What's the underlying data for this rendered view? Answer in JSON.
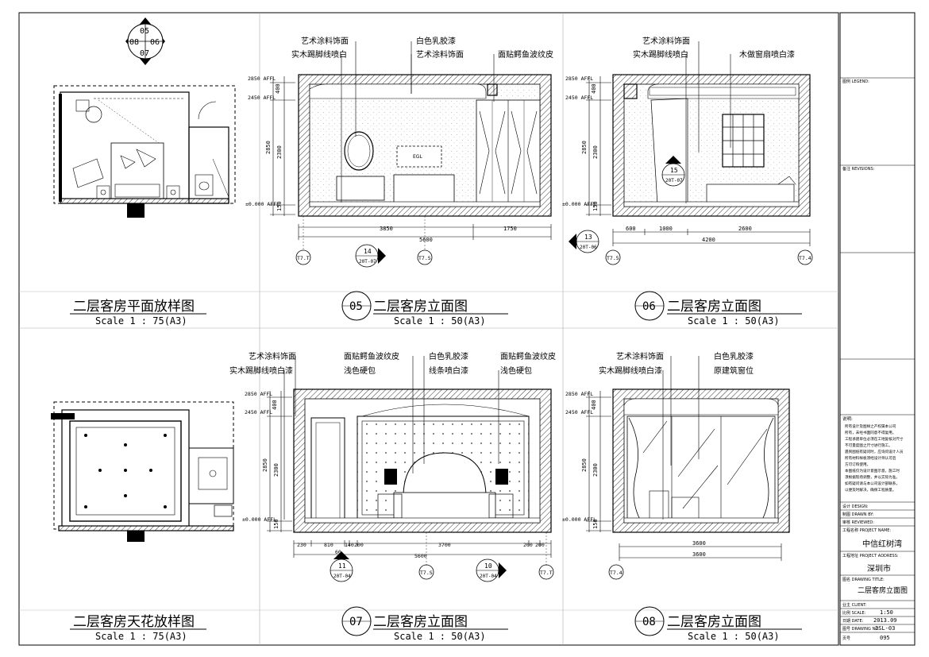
{
  "panels": {
    "plan": {
      "title": "二层客房平面放样图",
      "scale": "Scale 1 : 75(A3)"
    },
    "elev05": {
      "num": "05",
      "title": "二层客房立面图",
      "scale": "Scale 1 : 50(A3)",
      "labels": [
        "艺术涂料饰面",
        "实木踢脚线喷白",
        "白色乳胶漆",
        "艺术涂料饰面",
        "面贴鳄鱼波纹皮"
      ],
      "levels": [
        "2850 AFFL",
        "2450 AFFL",
        "±0.000 AFFL"
      ],
      "vdims": [
        "400",
        "2850",
        "2300",
        "150"
      ],
      "hdims": [
        "3850",
        "1750",
        "5600"
      ],
      "grid": [
        "T7.T",
        "T7.S"
      ],
      "sec14": {
        "n": "14",
        "r": "20T-07"
      },
      "sec13": {
        "n": "13",
        "r": "20T-06"
      }
    },
    "elev06": {
      "num": "06",
      "title": "二层客房立面图",
      "scale": "Scale 1 : 50(A3)",
      "labels": [
        "艺术涂料饰面",
        "实木踢脚线喷白",
        "木做窗扇喷白漆"
      ],
      "levels": [
        "2850 AFFL",
        "2450 AFFL",
        "±0.000 AFFL"
      ],
      "vdims": [
        "400",
        "2850",
        "2300",
        "150"
      ],
      "hdims": [
        "600",
        "1000",
        "2600",
        "4200"
      ],
      "grid": [
        "T7.5",
        "T7.4"
      ],
      "sec15": {
        "n": "15",
        "r": "20T-07"
      }
    },
    "ceiling": {
      "title": "二层客房天花放样图",
      "scale": "Scale 1 : 75(A3)"
    },
    "elev07": {
      "num": "07",
      "title": "二层客房立面图",
      "scale": "Scale 1 : 50(A3)",
      "labels": [
        "艺术涂料饰面",
        "实木踢脚线喷白漆",
        "面贴鳄鱼波纹皮",
        "浅色硬包",
        "白色乳胶漆",
        "线条喷白漆",
        "面贴鳄鱼波纹皮",
        "浅色硬包"
      ],
      "levels": [
        "2850 AFFL",
        "2450 AFFL",
        "±0.000 AFFL"
      ],
      "vdims": [
        "400",
        "2850",
        "2300",
        "150"
      ],
      "hdims": [
        "230",
        "810",
        "60",
        "140",
        "200",
        "3700",
        "200",
        "200",
        "5600"
      ],
      "grid": [
        "T7.S",
        "T7.T"
      ],
      "sec11": {
        "n": "11",
        "r": "20T-04"
      },
      "sec10": {
        "n": "10",
        "r": "20T-04"
      }
    },
    "elev08": {
      "num": "08",
      "title": "二层客房立面图",
      "scale": "Scale 1 : 50(A3)",
      "labels": [
        "艺术涂料饰面",
        "实木踢脚线喷白漆",
        "白色乳胶漆",
        "原建筑窗位"
      ],
      "levels": [
        "2850 AFFL",
        "2450 AFFL",
        "±0.000 AFFL"
      ],
      "vdims": [
        "400",
        "2850",
        "2300",
        "150"
      ],
      "hdims": [
        "3600",
        "3600"
      ],
      "grid": [
        "T7.4"
      ]
    }
  },
  "key_plan": [
    "05",
    "06",
    "08",
    "07"
  ],
  "title_block": {
    "legend": "图例 LEGEND:",
    "revisions": "备注 REVISIONS:",
    "notes_head": "说明:",
    "notes": [
      "所有设计及图样之产权属本公司",
      "所有，未经书面同意不得复用。",
      "工程承建单位必须在工地复核对尺寸",
      "不可量度图之尺寸进行施工。",
      "遇到图纸有疑问时，应询问设计人员",
      "所有材料样板须经设计师认可后",
      "方可订购使用。",
      "本图纸仅为设计意图示意，施工时",
      "须根据现场调整，并以实际为准。",
      "如有疑问请与本公司设计部联系，",
      "以便及时解决，确保工程质量。"
    ],
    "design_lbl": "设计 DESIGN:",
    "drawn_lbl": "制图 DRAWN BY:",
    "check_lbl": "审核 REVIEWED:",
    "project_lbl": "工程名称 PROJECT NAME:",
    "project": "中信红树湾",
    "address_lbl": "工程地址 PROJECT ADDRESS:",
    "address": "深圳市",
    "dtitle_lbl": "图名 DRAWING TITLE:",
    "dtitle": "二层客房立面图",
    "client_lbl": "业主 CLIENT:",
    "scale_lbl": "比例 SCALE:",
    "scale": "1:50",
    "date_lbl": "日期 DATE:",
    "date": "2013.09",
    "no_lbl": "图号 DRAWING NO:",
    "no": "2SL-03",
    "sheet_lbl": "页号",
    "sheet": "095"
  }
}
